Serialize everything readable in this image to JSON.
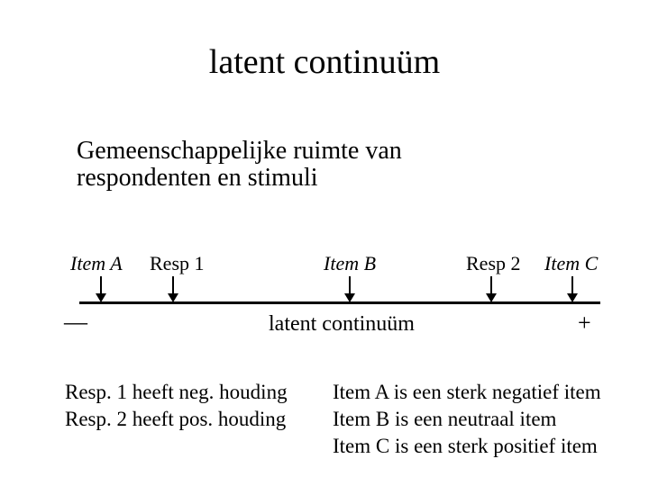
{
  "slide": {
    "title": "latent continuüm",
    "subtitle": {
      "line1": "Gemeenschappelijke ruimte van",
      "line2": "respondenten en stimuli"
    },
    "diagram": {
      "labels": [
        {
          "text": "Item A"
        },
        {
          "text": "Resp 1"
        },
        {
          "text": "Item B"
        },
        {
          "text": "Resp 2"
        },
        {
          "text": "Item C"
        }
      ],
      "axis_label": "latent continuüm",
      "negative_pole": "—",
      "positive_pole": "+"
    },
    "notes_left": {
      "line1": "Resp. 1 heeft neg. houding",
      "line2": "Resp. 2 heeft pos. houding"
    },
    "notes_right": {
      "line1": "Item A is een sterk negatief item",
      "line2": "Item B is een neutraal item",
      "line3": "Item C is een sterk positief item"
    }
  }
}
